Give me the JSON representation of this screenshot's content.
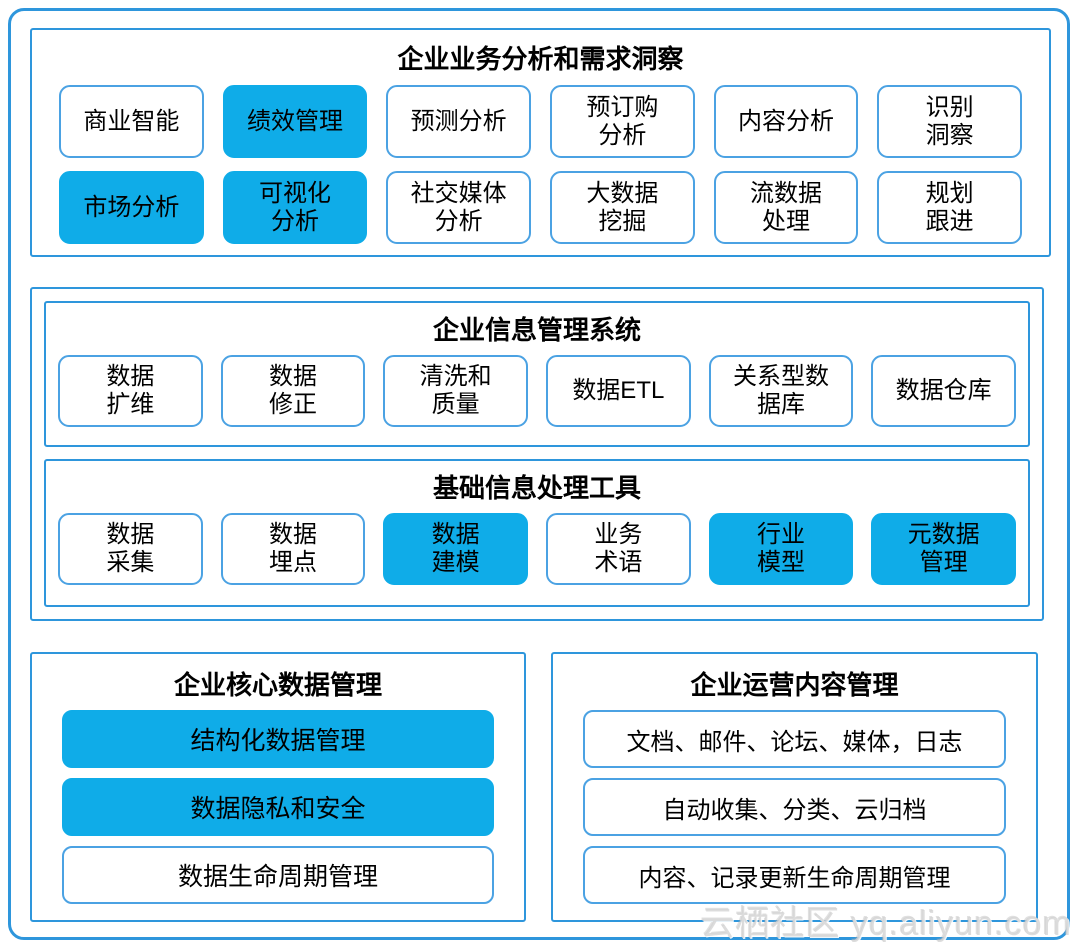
{
  "diagram": {
    "watermark": "云栖社区 yq.aliyun.com",
    "colors": {
      "highlight_fill": "#0FACE8",
      "section_border": "#2E96DC",
      "cell_border": "#4BA2E3",
      "text": "#000000",
      "watermark_gray": "#D3D3D3"
    },
    "sections": {
      "business_analysis": {
        "title": "企业业务分析和需求洞察",
        "cells": [
          {
            "label": "商业智能",
            "highlighted": false
          },
          {
            "label": "绩效管理",
            "highlighted": true
          },
          {
            "label": "预测分析",
            "highlighted": false
          },
          {
            "label": "预订购\n分析",
            "highlighted": false
          },
          {
            "label": "内容分析",
            "highlighted": false
          },
          {
            "label": "识别\n洞察",
            "highlighted": false
          },
          {
            "label": "市场分析",
            "highlighted": true
          },
          {
            "label": "可视化\n分析",
            "highlighted": true
          },
          {
            "label": "社交媒体\n分析",
            "highlighted": false
          },
          {
            "label": "大数据\n挖掘",
            "highlighted": false
          },
          {
            "label": "流数据\n处理",
            "highlighted": false
          },
          {
            "label": "规划\n跟进",
            "highlighted": false
          }
        ]
      },
      "information_management": {
        "title": "企业信息管理系统",
        "cells": [
          {
            "label": "数据\n扩维",
            "highlighted": false
          },
          {
            "label": "数据\n修正",
            "highlighted": false
          },
          {
            "label": "清洗和\n质量",
            "highlighted": false
          },
          {
            "label": "数据ETL",
            "highlighted": false
          },
          {
            "label": "关系型数\n据库",
            "highlighted": false
          },
          {
            "label": "数据仓库",
            "highlighted": false
          }
        ]
      },
      "basic_processing_tools": {
        "title": "基础信息处理工具",
        "cells": [
          {
            "label": "数据\n采集",
            "highlighted": false
          },
          {
            "label": "数据\n埋点",
            "highlighted": false
          },
          {
            "label": "数据\n建模",
            "highlighted": true
          },
          {
            "label": "业务\n术语",
            "highlighted": false
          },
          {
            "label": "行业\n模型",
            "highlighted": true
          },
          {
            "label": "元数据\n管理",
            "highlighted": true
          }
        ]
      },
      "core_data_management": {
        "title": "企业核心数据管理",
        "rows": [
          {
            "label": "结构化数据管理",
            "highlighted": true
          },
          {
            "label": "数据隐私和安全",
            "highlighted": true
          },
          {
            "label": "数据生命周期管理",
            "highlighted": false
          }
        ]
      },
      "operation_content_management": {
        "title": "企业运营内容管理",
        "rows": [
          {
            "label": "文档、邮件、论坛、媒体，日志",
            "highlighted": false
          },
          {
            "label": "自动收集、分类、云归档",
            "highlighted": false
          },
          {
            "label": "内容、记录更新生命周期管理",
            "highlighted": false
          }
        ]
      }
    }
  }
}
